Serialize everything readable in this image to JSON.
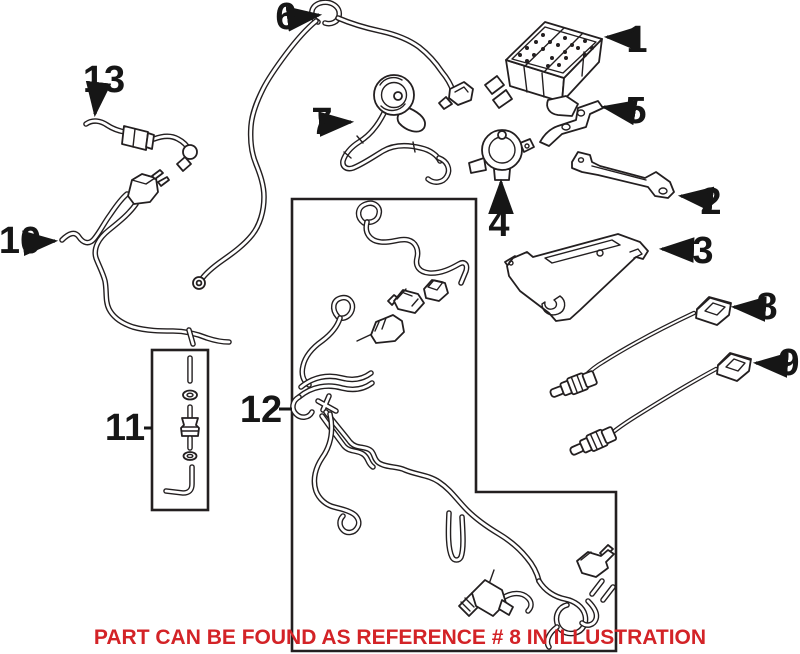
{
  "diagram": {
    "type": "automotive-parts-illustration",
    "background_color": "#ffffff",
    "line_color": "#231f20",
    "callout_color": "#161616",
    "callouts": [
      {
        "label": "1"
      },
      {
        "label": "2"
      },
      {
        "label": "3"
      },
      {
        "label": "4"
      },
      {
        "label": "5"
      },
      {
        "label": "6"
      },
      {
        "label": "7"
      },
      {
        "label": "8"
      },
      {
        "label": "9"
      },
      {
        "label": "10"
      },
      {
        "label": "11"
      },
      {
        "label": "12"
      },
      {
        "label": "13"
      }
    ],
    "caption": {
      "text": "PART CAN BE FOUND AS REFERENCE # 8 IN ILLUSTRATION",
      "color": "#d32327"
    }
  }
}
